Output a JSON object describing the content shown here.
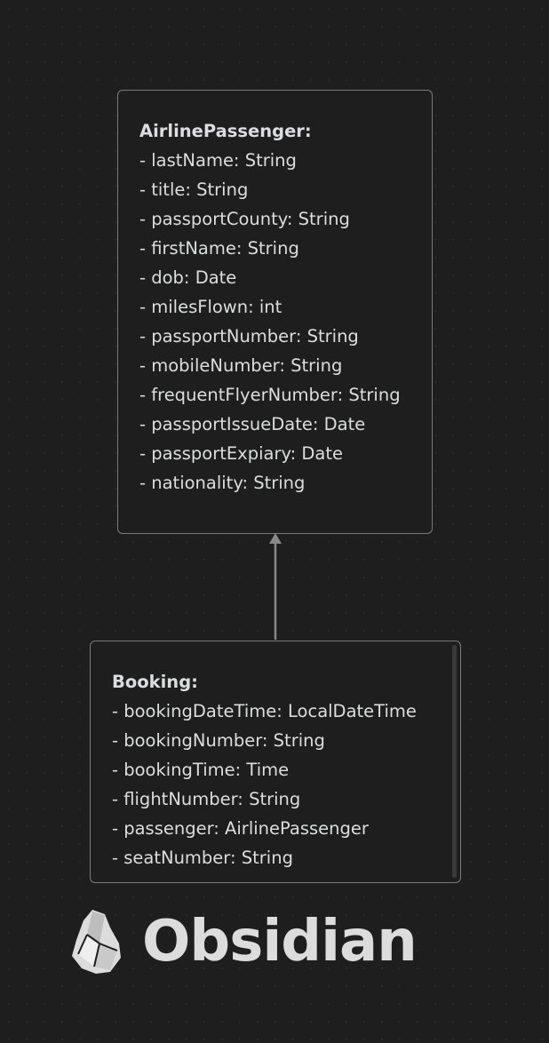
{
  "nodes": {
    "passenger": {
      "title": "AirlinePassenger:",
      "fields": [
        "- lastName: String",
        "- title: String",
        "- passportCounty: String",
        "- firstName: String",
        "- dob: Date",
        "- milesFlown: int",
        "- passportNumber: String",
        "- mobileNumber: String",
        "- frequentFlyerNumber: String",
        "- passportIssueDate: Date",
        "- passportExpiary: Date",
        "- nationality: String"
      ]
    },
    "booking": {
      "title": "Booking:",
      "fields": [
        "- bookingDateTime: LocalDateTime",
        "- bookingNumber: String",
        "- bookingTime: Time",
        "- flightNumber: String",
        "- passenger: AirlinePassenger",
        "- seatNumber: String"
      ]
    }
  },
  "edges": [
    {
      "from": "booking",
      "to": "passenger",
      "arrow": "to"
    }
  ],
  "branding": {
    "logo_text": "Obsidian"
  },
  "colors": {
    "background": "#1e1e1e",
    "node_border": "#7a7a7a",
    "text": "#dcddde",
    "edge": "#888888"
  }
}
